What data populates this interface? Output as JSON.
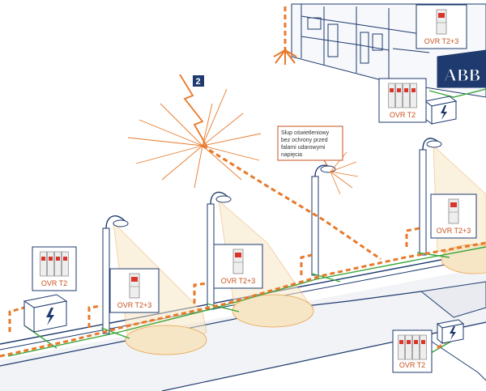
{
  "marker_label": "2",
  "callout_text": [
    "Słup oświetleniowy",
    "bez ochrony przed",
    "falami udarowymi",
    "napięcia"
  ],
  "building_logo": "ABB",
  "devices": [
    {
      "label": "OVR T2+3"
    },
    {
      "label": "OVR T2"
    },
    {
      "label": "OVR T2"
    },
    {
      "label": "OVR T2+3"
    },
    {
      "label": "OVR T2+3"
    },
    {
      "label": "OVR T2+3"
    },
    {
      "label": "OVR T2"
    }
  ],
  "colors": {
    "line_art": "#1e3a6e",
    "surge_path": "#e8792a",
    "earth": "#3aa63a",
    "light_cone": "#f6e6c6",
    "marker_bg": "#1e3a6e"
  }
}
